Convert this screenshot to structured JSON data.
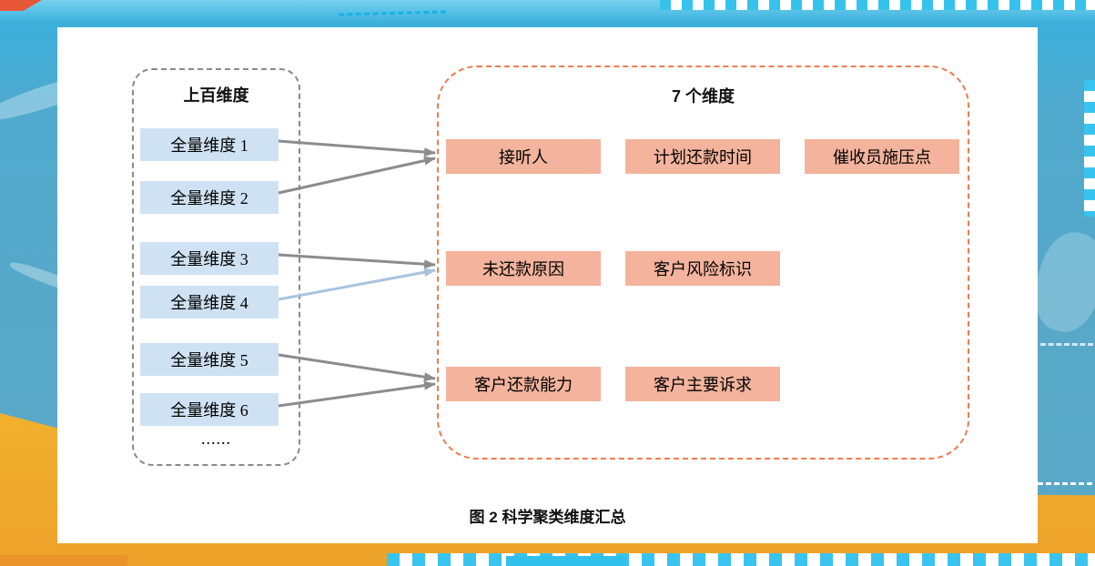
{
  "figure": {
    "caption": "图 2 科学聚类维度汇总"
  },
  "left_group": {
    "title": "上百维度",
    "items": [
      "全量维度 1",
      "全量维度 2",
      "全量维度 3",
      "全量维度 4",
      "全量维度 5",
      "全量维度 6"
    ],
    "ellipsis": "......"
  },
  "right_group": {
    "title": "7 个维度",
    "rows": [
      [
        "接听人",
        "计划还款时间",
        "催收员施压点"
      ],
      [
        "未还款原因",
        "客户风险标识"
      ],
      [
        "客户还款能力",
        "客户主要诉求"
      ]
    ]
  },
  "arrows": [
    {
      "from": "全量维度 1",
      "to": "接听人"
    },
    {
      "from": "全量维度 2",
      "to": "接听人"
    },
    {
      "from": "全量维度 3",
      "to": "未还款原因"
    },
    {
      "from": "全量维度 4",
      "to": "未还款原因"
    },
    {
      "from": "全量维度 5",
      "to": "客户还款能力"
    },
    {
      "from": "全量维度 6",
      "to": "客户还款能力"
    }
  ],
  "colors": {
    "left_box_bg": "#cfe2f3",
    "right_box_bg": "#f3b39c",
    "left_border": "#8a8a8a",
    "right_border": "#ef7b4d",
    "arrow_gray": "#8c8c8c",
    "arrow_light": "#a9c3de",
    "bg_blue": "#57a8c8",
    "bg_yellow": "#f2b92f",
    "check_cyan": "#38c4ee"
  }
}
